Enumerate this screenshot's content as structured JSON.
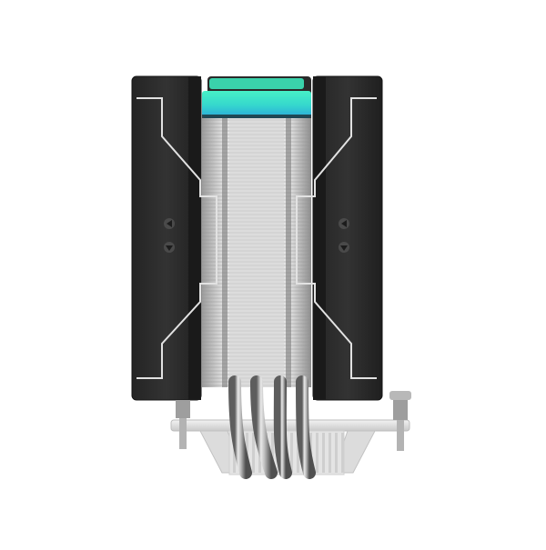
{
  "product": {
    "subject": "cpu-air-cooler",
    "view": "side",
    "fans": [
      {
        "side": "left",
        "airflow_icons": [
          "arrow-left-icon",
          "arrow-down-icon"
        ]
      },
      {
        "side": "right",
        "airflow_icons": [
          "arrow-left-icon",
          "arrow-down-icon"
        ]
      }
    ],
    "heatpipe_count": 4,
    "mounting_screws": 2
  },
  "colors": {
    "background": "#ffffff",
    "fan_body": "#2b2b2b",
    "fan_edge": "#1a1a1a",
    "fan_clip": "#d8d8d8",
    "fin_light": "#e6e6e6",
    "fin_dark": "#9a9a9a",
    "top_cap": "#2a2a2a",
    "led_top": "#34e6c0",
    "led_bottom": "#2bb9d6",
    "heatpipe": "#c9c9c9",
    "heatpipe_shadow": "#6e6e6e",
    "base_plate": "#e3e3e3",
    "screw": "#a8a8a8"
  }
}
